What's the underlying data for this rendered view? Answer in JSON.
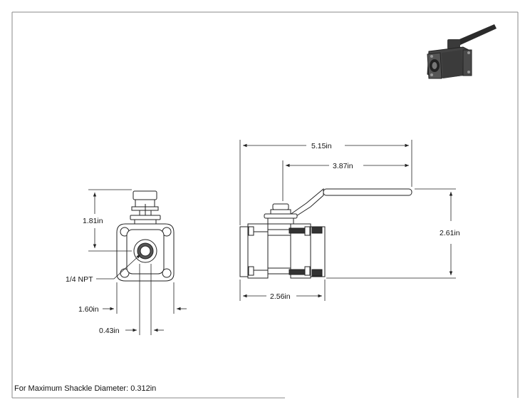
{
  "drawing": {
    "dimensions": {
      "overall_length": "5.15in",
      "handle_length": "3.87in",
      "overall_height": "2.61in",
      "body_length": "2.56in",
      "stem_height": "1.81in",
      "port_size": "1/4 NPT",
      "body_width": "1.60in",
      "port_diameter": "0.43in"
    },
    "note": "For Maximum Shackle Diameter: 0.312in"
  }
}
